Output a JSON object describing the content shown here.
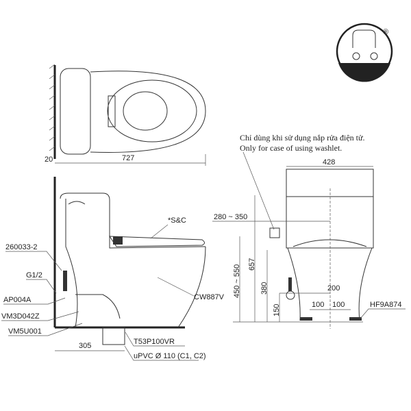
{
  "logo": {
    "mark": "®"
  },
  "top_view": {
    "dim_width": "727",
    "dim_wall": "20"
  },
  "side_view": {
    "labels": {
      "seat": "*S&C",
      "bowl": "CW887V",
      "hose": "260033-2",
      "thread": "G1/2",
      "valve": "AP004A",
      "flange": "VM3D042Z",
      "bolt": "VM5U001",
      "outlet": "T53P100VR",
      "pipe": "uPVC Ø 110 (C1, C2)"
    },
    "dim_rough_in": "305"
  },
  "front_view": {
    "note_vi": "Chỉ dùng khi sử dụng nắp rửa điện tử.",
    "note_en": "Only for case of using washlet.",
    "dim_width": "428",
    "dim_outlet": "280 ~ 350",
    "dim_height": "657",
    "dim_outlet_height": "450 ~ 550",
    "dim_seat": "380",
    "dim_supply": "150",
    "dim_supply_offset": "200",
    "dim_bolt_left": "100",
    "dim_bolt_right": "100",
    "bolt_cap": "HF9A874"
  }
}
